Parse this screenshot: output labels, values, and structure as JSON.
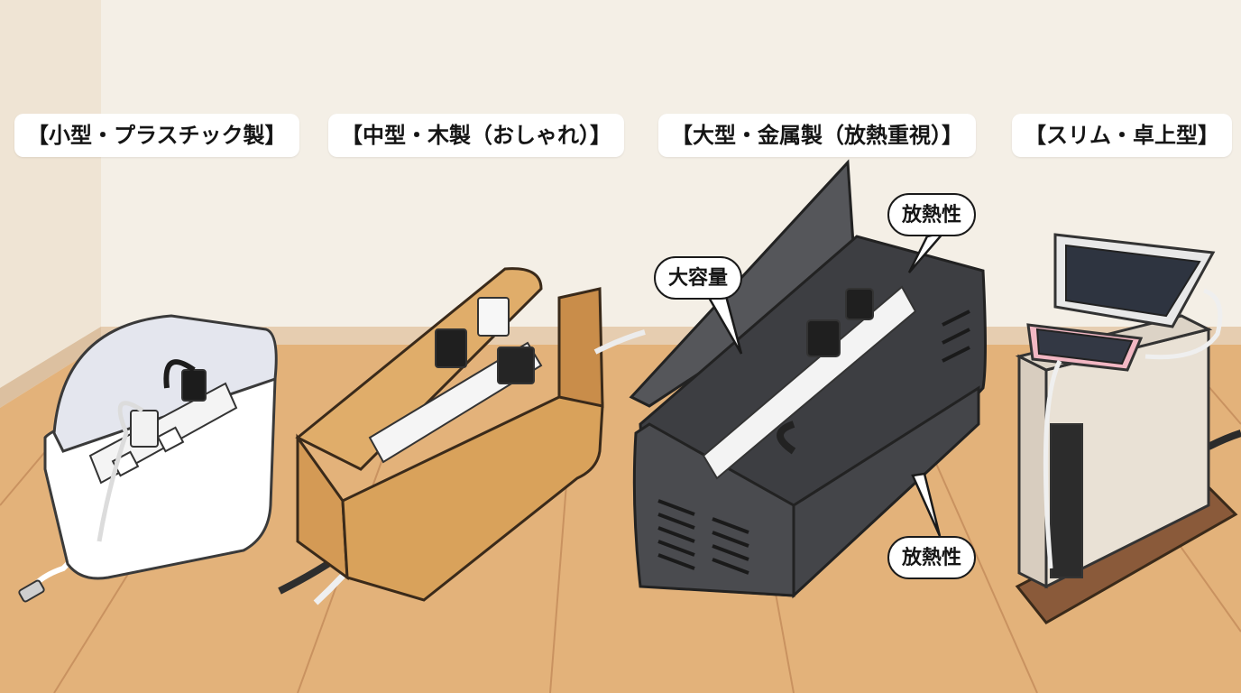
{
  "labels": {
    "small": "【小型・プラスチック製】",
    "medium": "【中型・木製（おしゃれ）】",
    "large": "【大型・金属製（放熱重視）】",
    "slim": "【スリム・卓上型】"
  },
  "callouts": {
    "capacity": "大容量",
    "heat_top": "放熱性",
    "heat_bottom": "放熱性"
  },
  "colors": {
    "wall": "#f4efe6",
    "floor": "#e3b27a",
    "plastic_box": "#ffffff",
    "wood_box": "#d9a25b",
    "metal_box": "#4a4a4c",
    "slim_body": "#e9e1d5",
    "slim_base": "#8a5a3a"
  }
}
